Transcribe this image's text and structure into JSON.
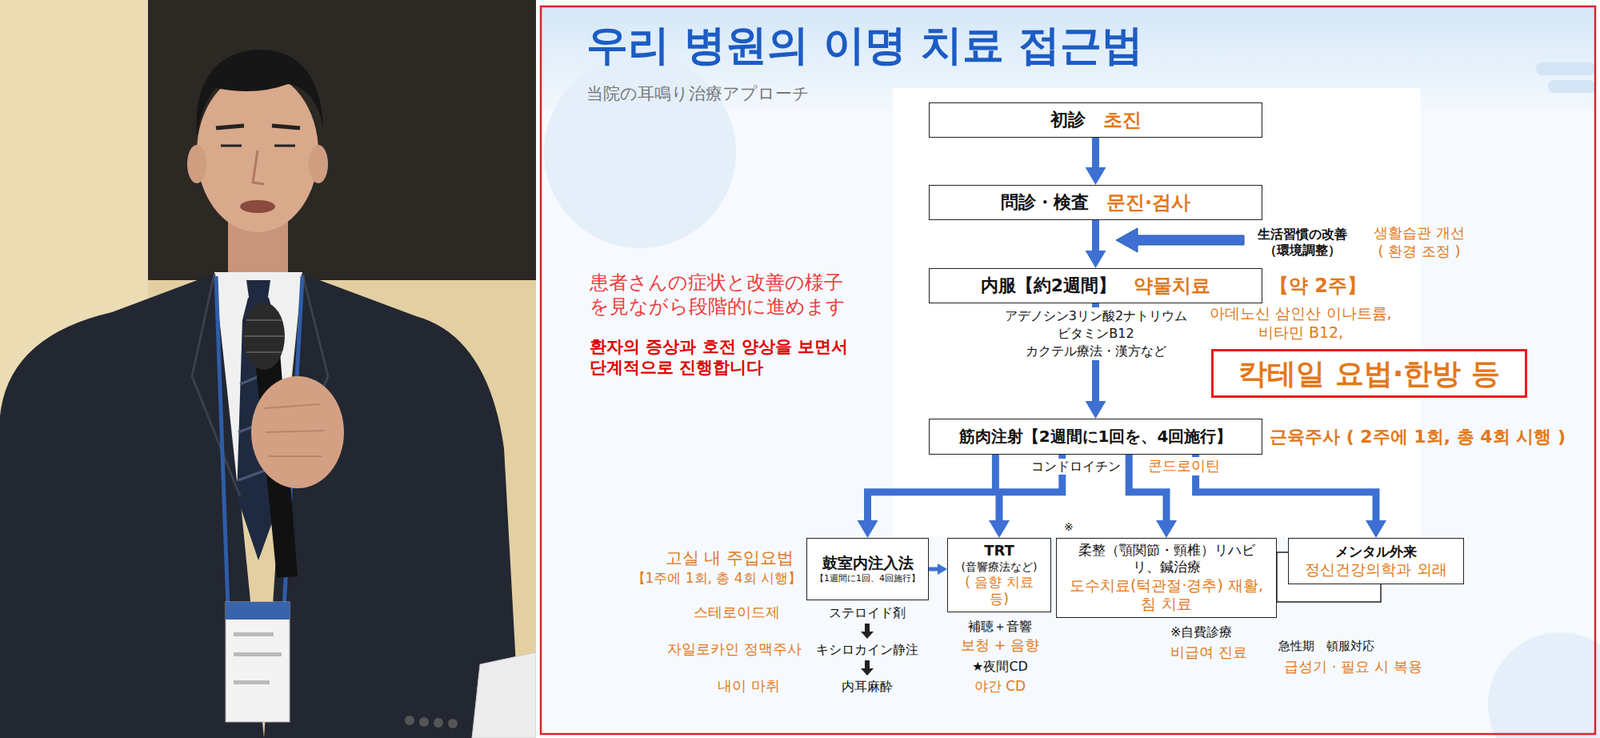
{
  "diagram": {
    "title": "우리 병원의 이명 치료 접근법",
    "nodes": [
      {
        "text": [
          "初診",
          "초진"
        ]
      },
      {
        "text": [
          "問診・検査",
          "문진·검사"
        ]
      },
      {
        "text": [
          "内服【約2週間】",
          "약물치료",
          "【약 2주】"
        ]
      },
      {
        "text": [
          "칵테일 요법·한방 등"
        ]
      },
      {
        "text": [
          "筋肉注射【2週間に1回を、4回施行】",
          "근육주사 ( 2주에 1회, 총 4회 시행 )"
        ]
      },
      {
        "text": [
          "鼓室内注入法",
          "【1週間に1回、4回施行】"
        ]
      },
      {
        "text": [
          "TRT",
          "(音響療法など)",
          "( 음향 치료 등)"
        ]
      },
      {
        "text": [
          "柔整（顎関節・頸椎）リハビリ、鍼治療",
          "도수치료(턱관절·경추) 재활, 침 치료"
        ]
      },
      {
        "text": [
          "メンタル外来",
          "정신건강의학과 외래"
        ]
      }
    ],
    "edges": [
      {
        "from": 0,
        "to": 1,
        "arrow": "to"
      },
      {
        "from": 1,
        "to": 2,
        "arrow": "to"
      },
      {
        "from": 2,
        "to": 4,
        "arrow": "to"
      },
      {
        "from": 4,
        "to": 5,
        "arrow": "to"
      },
      {
        "from": 4,
        "to": 6,
        "arrow": "to"
      },
      {
        "from": 4,
        "to": 7,
        "arrow": "to"
      },
      {
        "from": 4,
        "to": 8,
        "arrow": "to"
      },
      {
        "from": 5,
        "to": 6,
        "arrow": "to"
      }
    ],
    "labels": [
      "当院の耳鳴り治療アプローチ",
      "患者さんの症状と改善の様子を見ながら段階的に進めます",
      "환자의 증상과 호전 양상을 보면서 단계적으로 진행합니다",
      "生活習慣の改善 （環境調整）",
      "생활습관 개선 ( 환경 조정 )",
      "アデノシン3リン酸2ナトリウム",
      "ビタミンB12",
      "カクテル療法・漢方など",
      "아데노신 삼인산 이나트륨, 비타민 B12,",
      "コンドロイチン",
      "콘드로이틴",
      "고실 내 주입요법",
      "【1주에 1회, 총 4회 시행】",
      "※",
      "ステロイド剤",
      "스테로이드제",
      "キシロカイン静注",
      "자일로카인 정맥주사",
      "内耳麻酔",
      "내이 마취",
      "補聴＋音響",
      "보청 + 음향",
      "★夜間CD",
      "야간 CD",
      "※自費診療",
      "비급여 진료",
      "急性期　頓服対応",
      "급성기 · 필요 시 복용"
    ]
  }
}
